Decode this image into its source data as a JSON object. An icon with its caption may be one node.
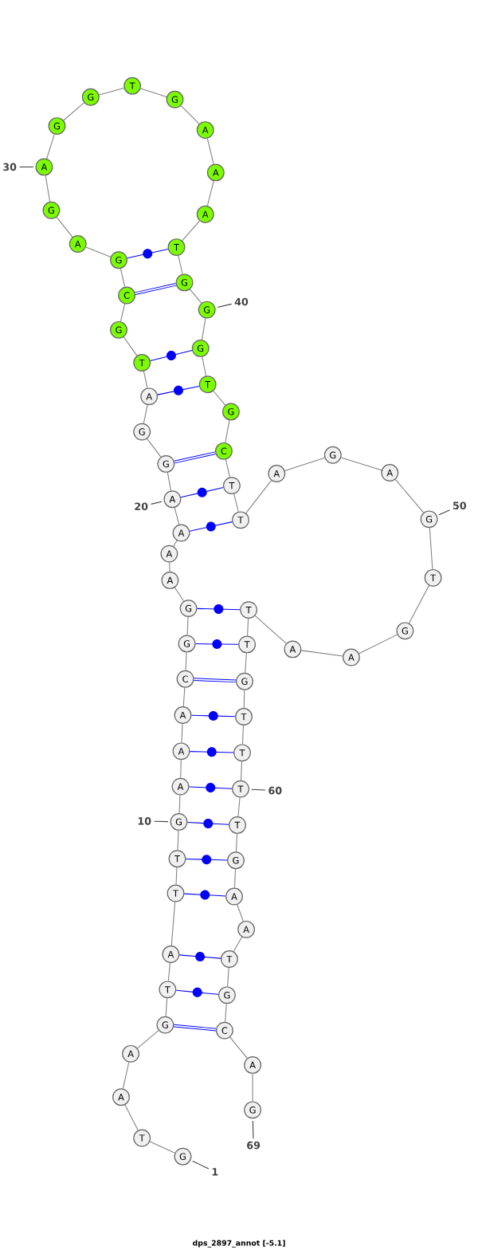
{
  "diagram": {
    "caption": "dps_2897_annot [-5.1]",
    "nodes": [
      {
        "text": [
          "G"
        ]
      },
      {
        "text": [
          "T"
        ]
      },
      {
        "text": [
          "A"
        ]
      },
      {
        "text": [
          "A"
        ]
      },
      {
        "text": [
          "G"
        ]
      },
      {
        "text": [
          "T"
        ]
      },
      {
        "text": [
          "A"
        ]
      },
      {
        "text": [
          "T"
        ]
      },
      {
        "text": [
          "T"
        ]
      },
      {
        "text": [
          "G"
        ]
      },
      {
        "text": [
          "A"
        ]
      },
      {
        "text": [
          "A"
        ]
      },
      {
        "text": [
          "A"
        ]
      },
      {
        "text": [
          "C"
        ]
      },
      {
        "text": [
          "G"
        ]
      },
      {
        "text": [
          "G"
        ]
      },
      {
        "text": [
          "A"
        ]
      },
      {
        "text": [
          "A"
        ]
      },
      {
        "text": [
          "A"
        ]
      },
      {
        "text": [
          "A"
        ]
      },
      {
        "text": [
          "G"
        ]
      },
      {
        "text": [
          "G"
        ]
      },
      {
        "text": [
          "A"
        ]
      },
      {
        "text": [
          "T"
        ]
      },
      {
        "text": [
          "G"
        ]
      },
      {
        "text": [
          "C"
        ]
      },
      {
        "text": [
          "G"
        ]
      },
      {
        "text": [
          "A"
        ]
      },
      {
        "text": [
          "G"
        ]
      },
      {
        "text": [
          "A"
        ]
      },
      {
        "text": [
          "G"
        ]
      },
      {
        "text": [
          "G"
        ]
      },
      {
        "text": [
          "T"
        ]
      },
      {
        "text": [
          "G"
        ]
      },
      {
        "text": [
          "A"
        ]
      },
      {
        "text": [
          "A"
        ]
      },
      {
        "text": [
          "A"
        ]
      },
      {
        "text": [
          "T"
        ]
      },
      {
        "text": [
          "G"
        ]
      },
      {
        "text": [
          "G"
        ]
      },
      {
        "text": [
          "G"
        ]
      },
      {
        "text": [
          "T"
        ]
      },
      {
        "text": [
          "G"
        ]
      },
      {
        "text": [
          "C"
        ]
      },
      {
        "text": [
          "T"
        ]
      },
      {
        "text": [
          "T"
        ]
      },
      {
        "text": [
          "A"
        ]
      },
      {
        "text": [
          "G"
        ]
      },
      {
        "text": [
          "A"
        ]
      },
      {
        "text": [
          "G"
        ]
      },
      {
        "text": [
          "T"
        ]
      },
      {
        "text": [
          "G"
        ]
      },
      {
        "text": [
          "A"
        ]
      },
      {
        "text": [
          "A"
        ]
      },
      {
        "text": [
          "T"
        ]
      },
      {
        "text": [
          "T"
        ]
      },
      {
        "text": [
          "G"
        ]
      },
      {
        "text": [
          "T"
        ]
      },
      {
        "text": [
          "T"
        ]
      },
      {
        "text": [
          "T"
        ]
      },
      {
        "text": [
          "T"
        ]
      },
      {
        "text": [
          "G"
        ]
      },
      {
        "text": [
          "A"
        ]
      },
      {
        "text": [
          "A"
        ]
      },
      {
        "text": [
          "T"
        ]
      },
      {
        "text": [
          "G"
        ]
      },
      {
        "text": [
          "C"
        ]
      },
      {
        "text": [
          "A"
        ]
      },
      {
        "text": [
          "G"
        ]
      },
      {
        "text": [
          "1"
        ]
      },
      {
        "text": [
          "10"
        ]
      },
      {
        "text": [
          "20"
        ]
      },
      {
        "text": [
          "30"
        ]
      },
      {
        "text": [
          "40"
        ]
      },
      {
        "text": [
          "50"
        ]
      },
      {
        "text": [
          "60"
        ]
      },
      {
        "text": [
          "69"
        ]
      }
    ],
    "edges": [
      {
        "from": 0,
        "to": 1,
        "arrow": "none"
      },
      {
        "from": 1,
        "to": 2,
        "arrow": "none"
      },
      {
        "from": 2,
        "to": 3,
        "arrow": "none"
      },
      {
        "from": 3,
        "to": 4,
        "arrow": "none"
      },
      {
        "from": 4,
        "to": 5,
        "arrow": "none"
      },
      {
        "from": 5,
        "to": 6,
        "arrow": "none"
      },
      {
        "from": 6,
        "to": 7,
        "arrow": "none"
      },
      {
        "from": 7,
        "to": 8,
        "arrow": "none"
      },
      {
        "from": 8,
        "to": 9,
        "arrow": "none"
      },
      {
        "from": 9,
        "to": 10,
        "arrow": "none"
      },
      {
        "from": 10,
        "to": 11,
        "arrow": "none"
      },
      {
        "from": 11,
        "to": 12,
        "arrow": "none"
      },
      {
        "from": 12,
        "to": 13,
        "arrow": "none"
      },
      {
        "from": 13,
        "to": 14,
        "arrow": "none"
      },
      {
        "from": 14,
        "to": 15,
        "arrow": "none"
      },
      {
        "from": 15,
        "to": 16,
        "arrow": "none"
      },
      {
        "from": 16,
        "to": 17,
        "arrow": "none"
      },
      {
        "from": 17,
        "to": 18,
        "arrow": "none"
      },
      {
        "from": 18,
        "to": 19,
        "arrow": "none"
      },
      {
        "from": 19,
        "to": 20,
        "arrow": "none"
      },
      {
        "from": 20,
        "to": 21,
        "arrow": "none"
      },
      {
        "from": 21,
        "to": 22,
        "arrow": "none"
      },
      {
        "from": 22,
        "to": 23,
        "arrow": "none"
      },
      {
        "from": 23,
        "to": 24,
        "arrow": "none"
      },
      {
        "from": 24,
        "to": 25,
        "arrow": "none"
      },
      {
        "from": 25,
        "to": 26,
        "arrow": "none"
      },
      {
        "from": 26,
        "to": 27,
        "arrow": "none"
      },
      {
        "from": 27,
        "to": 28,
        "arrow": "none"
      },
      {
        "from": 28,
        "to": 29,
        "arrow": "none"
      },
      {
        "from": 29,
        "to": 30,
        "arrow": "none"
      },
      {
        "from": 30,
        "to": 31,
        "arrow": "none"
      },
      {
        "from": 31,
        "to": 32,
        "arrow": "none"
      },
      {
        "from": 32,
        "to": 33,
        "arrow": "none"
      },
      {
        "from": 33,
        "to": 34,
        "arrow": "none"
      },
      {
        "from": 34,
        "to": 35,
        "arrow": "none"
      },
      {
        "from": 35,
        "to": 36,
        "arrow": "none"
      },
      {
        "from": 36,
        "to": 37,
        "arrow": "none"
      },
      {
        "from": 37,
        "to": 38,
        "arrow": "none"
      },
      {
        "from": 38,
        "to": 39,
        "arrow": "none"
      },
      {
        "from": 39,
        "to": 40,
        "arrow": "none"
      },
      {
        "from": 40,
        "to": 41,
        "arrow": "none"
      },
      {
        "from": 41,
        "to": 42,
        "arrow": "none"
      },
      {
        "from": 42,
        "to": 43,
        "arrow": "none"
      },
      {
        "from": 43,
        "to": 44,
        "arrow": "none"
      },
      {
        "from": 44,
        "to": 45,
        "arrow": "none"
      },
      {
        "from": 45,
        "to": 46,
        "arrow": "none"
      },
      {
        "from": 46,
        "to": 47,
        "arrow": "none"
      },
      {
        "from": 47,
        "to": 48,
        "arrow": "none"
      },
      {
        "from": 48,
        "to": 49,
        "arrow": "none"
      },
      {
        "from": 49,
        "to": 50,
        "arrow": "none"
      },
      {
        "from": 50,
        "to": 51,
        "arrow": "none"
      },
      {
        "from": 51,
        "to": 52,
        "arrow": "none"
      },
      {
        "from": 52,
        "to": 53,
        "arrow": "none"
      },
      {
        "from": 53,
        "to": 54,
        "arrow": "none"
      },
      {
        "from": 54,
        "to": 55,
        "arrow": "none"
      },
      {
        "from": 55,
        "to": 56,
        "arrow": "none"
      },
      {
        "from": 56,
        "to": 57,
        "arrow": "none"
      },
      {
        "from": 57,
        "to": 58,
        "arrow": "none"
      },
      {
        "from": 58,
        "to": 59,
        "arrow": "none"
      },
      {
        "from": 59,
        "to": 60,
        "arrow": "none"
      },
      {
        "from": 60,
        "to": 61,
        "arrow": "none"
      },
      {
        "from": 61,
        "to": 62,
        "arrow": "none"
      },
      {
        "from": 62,
        "to": 63,
        "arrow": "none"
      },
      {
        "from": 63,
        "to": 64,
        "arrow": "none"
      },
      {
        "from": 64,
        "to": 65,
        "arrow": "none"
      },
      {
        "from": 65,
        "to": 66,
        "arrow": "none"
      },
      {
        "from": 66,
        "to": 67,
        "arrow": "none"
      },
      {
        "from": 67,
        "to": 68,
        "arrow": "none"
      },
      {
        "from": 4,
        "to": 66,
        "arrow": "none",
        "style": "thick",
        "color": "#0000ff"
      },
      {
        "from": 5,
        "to": 65,
        "arrow": "none",
        "color": "#0000ff"
      },
      {
        "from": 6,
        "to": 64,
        "arrow": "none",
        "color": "#0000ff"
      },
      {
        "from": 7,
        "to": 62,
        "arrow": "none",
        "color": "#0000ff"
      },
      {
        "from": 8,
        "to": 61,
        "arrow": "none",
        "color": "#0000ff"
      },
      {
        "from": 9,
        "to": 60,
        "arrow": "none",
        "color": "#0000ff"
      },
      {
        "from": 10,
        "to": 59,
        "arrow": "none",
        "color": "#0000ff"
      },
      {
        "from": 11,
        "to": 58,
        "arrow": "none",
        "color": "#0000ff"
      },
      {
        "from": 12,
        "to": 57,
        "arrow": "none",
        "color": "#0000ff"
      },
      {
        "from": 13,
        "to": 56,
        "arrow": "none",
        "style": "thick",
        "color": "#0000ff"
      },
      {
        "from": 14,
        "to": 55,
        "arrow": "none",
        "color": "#0000ff"
      },
      {
        "from": 15,
        "to": 54,
        "arrow": "none",
        "color": "#0000ff"
      },
      {
        "from": 18,
        "to": 45,
        "arrow": "none",
        "color": "#0000ff"
      },
      {
        "from": 19,
        "to": 44,
        "arrow": "none",
        "color": "#0000ff"
      },
      {
        "from": 20,
        "to": 43,
        "arrow": "none",
        "style": "thick",
        "color": "#0000ff"
      },
      {
        "from": 22,
        "to": 41,
        "arrow": "none",
        "color": "#0000ff"
      },
      {
        "from": 23,
        "to": 40,
        "arrow": "none",
        "color": "#0000ff"
      },
      {
        "from": 25,
        "to": 38,
        "arrow": "none",
        "style": "thick",
        "color": "#0000ff"
      },
      {
        "from": 26,
        "to": 37,
        "arrow": "none",
        "color": "#0000ff"
      },
      {
        "from": 69,
        "to": 0,
        "arrow": "none"
      },
      {
        "from": 70,
        "to": 9,
        "arrow": "none"
      },
      {
        "from": 71,
        "to": 19,
        "arrow": "none"
      },
      {
        "from": 72,
        "to": 29,
        "arrow": "none"
      },
      {
        "from": 73,
        "to": 39,
        "arrow": "none"
      },
      {
        "from": 74,
        "to": 49,
        "arrow": "none"
      },
      {
        "from": 75,
        "to": 59,
        "arrow": "none"
      },
      {
        "from": 76,
        "to": 68,
        "arrow": "none"
      }
    ]
  }
}
